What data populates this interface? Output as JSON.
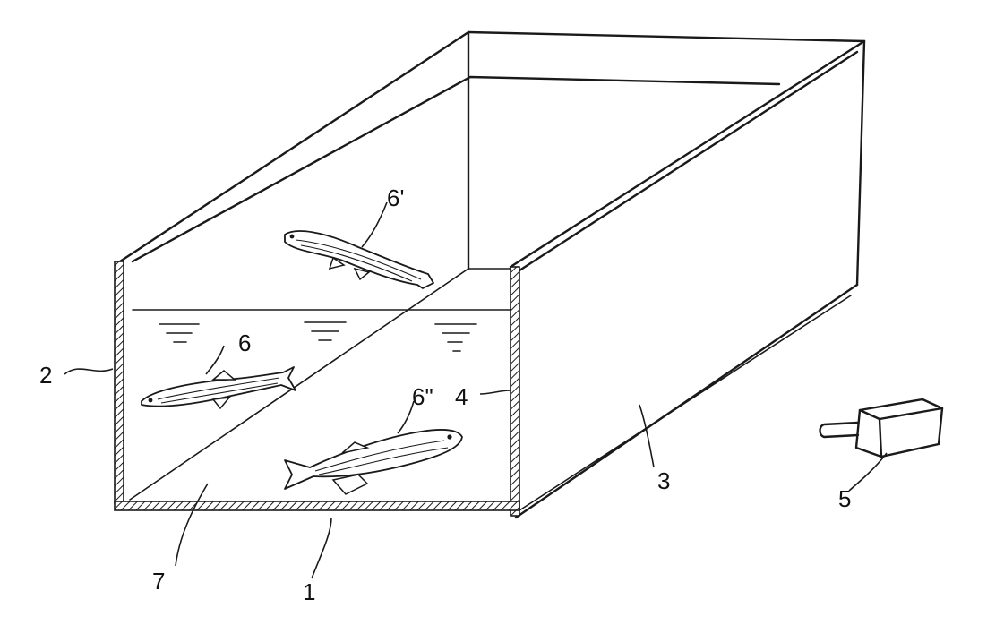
{
  "labels": {
    "bottom_plate": "1",
    "front_wall": "2",
    "side_wall": "3",
    "partition": "4",
    "aerator": "5",
    "fish_middle": "6",
    "fish_upper": "6'",
    "fish_lower": "6\"",
    "floor": "7"
  }
}
